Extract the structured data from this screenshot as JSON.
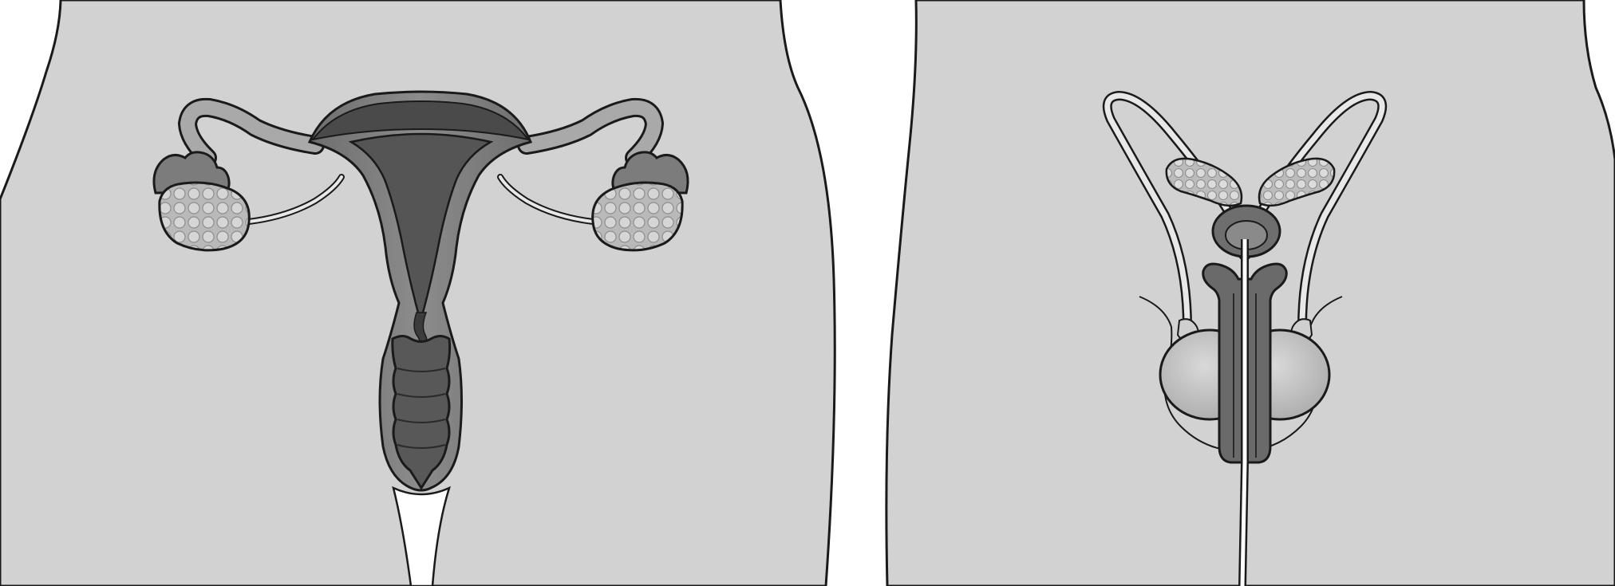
{
  "figure": {
    "panels": [
      {
        "name": "female-anatomy",
        "structures": [
          "uterus",
          "fallopian-tube-left",
          "fallopian-tube-right",
          "ovary-left",
          "ovary-right",
          "ovarian-ligament-left",
          "ovarian-ligament-right",
          "cervix",
          "vagina",
          "vaginal-opening"
        ]
      },
      {
        "name": "male-anatomy",
        "structures": [
          "vas-deferens-left",
          "vas-deferens-right",
          "seminal-vesicle-left",
          "seminal-vesicle-right",
          "prostate",
          "penis",
          "urethra",
          "testis-left",
          "testis-right",
          "epididymis-left",
          "epididymis-right",
          "scrotum"
        ]
      }
    ],
    "colors": {
      "background": "#ffffff",
      "body": "#d2d2d2",
      "outline": "#1a1a1a",
      "organ_mid": "#8a8a8a",
      "organ_dark": "#5a5a5a",
      "organ_darker": "#3c3c3c",
      "ovary": "#bdbdbd",
      "light": "#e8e8e8"
    }
  }
}
